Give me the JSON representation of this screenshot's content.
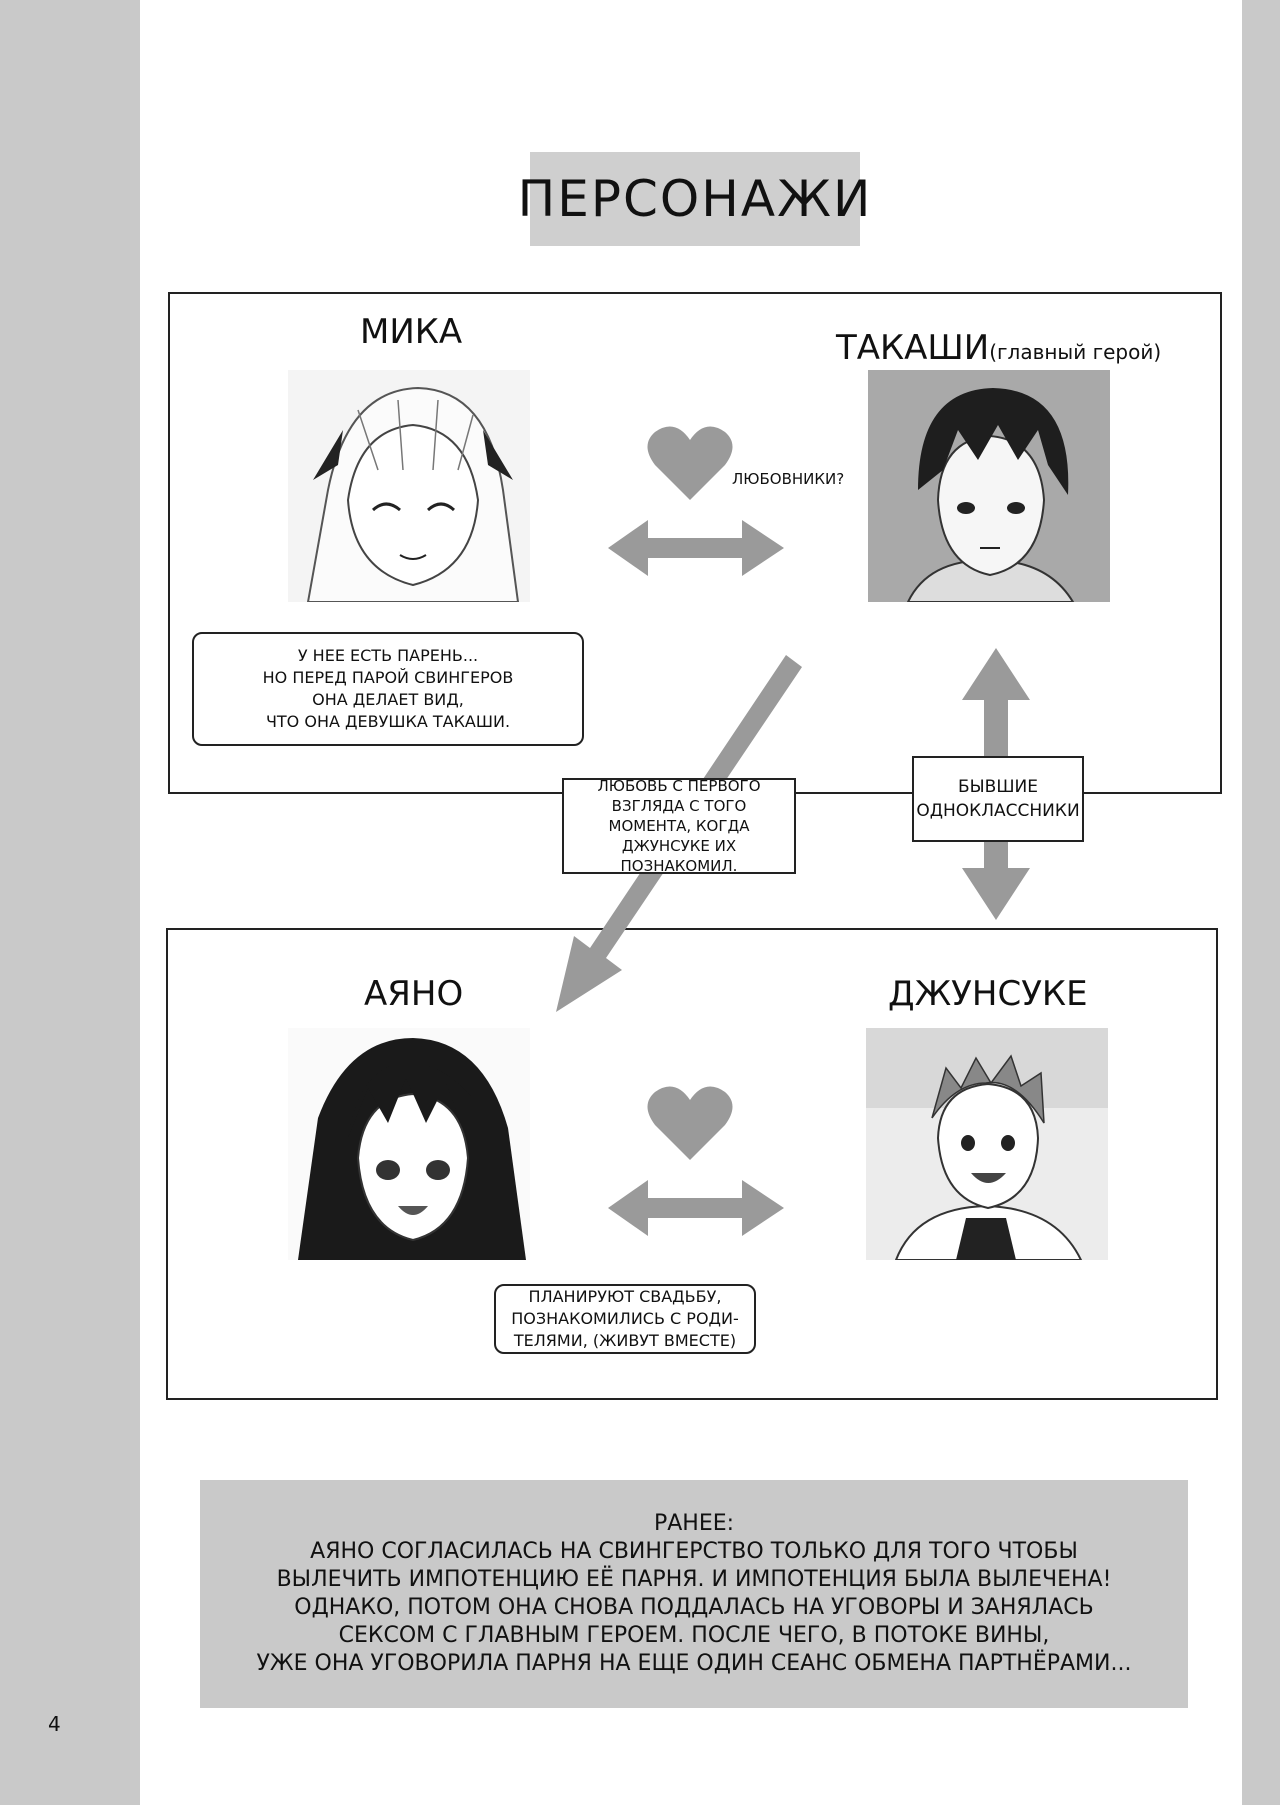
{
  "page_number": "4",
  "title": "ПЕРСОНАЖИ",
  "characters": {
    "mika": {
      "name": "МИКА"
    },
    "takashi": {
      "name": "ТАКАШИ",
      "subtitle": "(главный герой)"
    },
    "ayano": {
      "name": "АЯНО"
    },
    "junsuke": {
      "name": "ДЖУНСУКЕ"
    }
  },
  "top_panel": {
    "relation_label": "ЛЮБОВНИКИ?",
    "note_lines": [
      "У НЕЕ ЕСТЬ ПАРЕНЬ...",
      "НО ПЕРЕД ПАРОЙ СВИНГЕРОВ",
      "ОНА ДЕЛАЕТ ВИД,",
      "ЧТО ОНА ДЕВУШКА ТАКАШИ."
    ]
  },
  "cross_labels": {
    "love_at_first_sight": [
      "ЛЮБОВЬ С ПЕРВОГО",
      "ВЗГЛЯДА С ТОГО",
      "МОМЕНТА, КОГДА",
      "ДЖУНСУКЕ ИХ ПОЗНАКОМИЛ."
    ],
    "classmates": [
      "БЫВШИЕ",
      "ОДНОКЛАССНИКИ"
    ]
  },
  "bottom_panel": {
    "note_lines": [
      "ПЛАНИРУЮТ СВАДЬБУ,",
      "ПОЗНАКОМИЛИСЬ С РОДИ-",
      "ТЕЛЯМИ, (ЖИВУТ ВМЕСТЕ)"
    ]
  },
  "recap": {
    "lines": [
      "РАНЕЕ:",
      "АЯНО СОГЛАСИЛАСЬ НА СВИНГЕРСТВО ТОЛЬКО ДЛЯ ТОГО ЧТОБЫ",
      "ВЫЛЕЧИТЬ ИМПОТЕНЦИЮ ЕЁ ПАРНЯ. И ИМПОТЕНЦИЯ БЫЛА ВЫЛЕЧЕНА!",
      "ОДНАКО, ПОТОМ ОНА СНОВА ПОДДАЛАСЬ НА УГОВОРЫ И ЗАНЯЛАСЬ",
      "СЕКСОМ С ГЛАВНЫМ ГЕРОЕМ. ПОСЛЕ ЧЕГО, В ПОТОКЕ ВИНЫ,",
      "УЖЕ ОНА УГОВОРИЛА ПАРНЯ НА ЕЩЕ ОДИН СЕАНС ОБМЕНА ПАРТНЁРАМИ..."
    ]
  },
  "colors": {
    "gray_fill": "#9a9a9a",
    "side_bar": "#c9c9c9",
    "box_fill": "#cfcfcf"
  }
}
